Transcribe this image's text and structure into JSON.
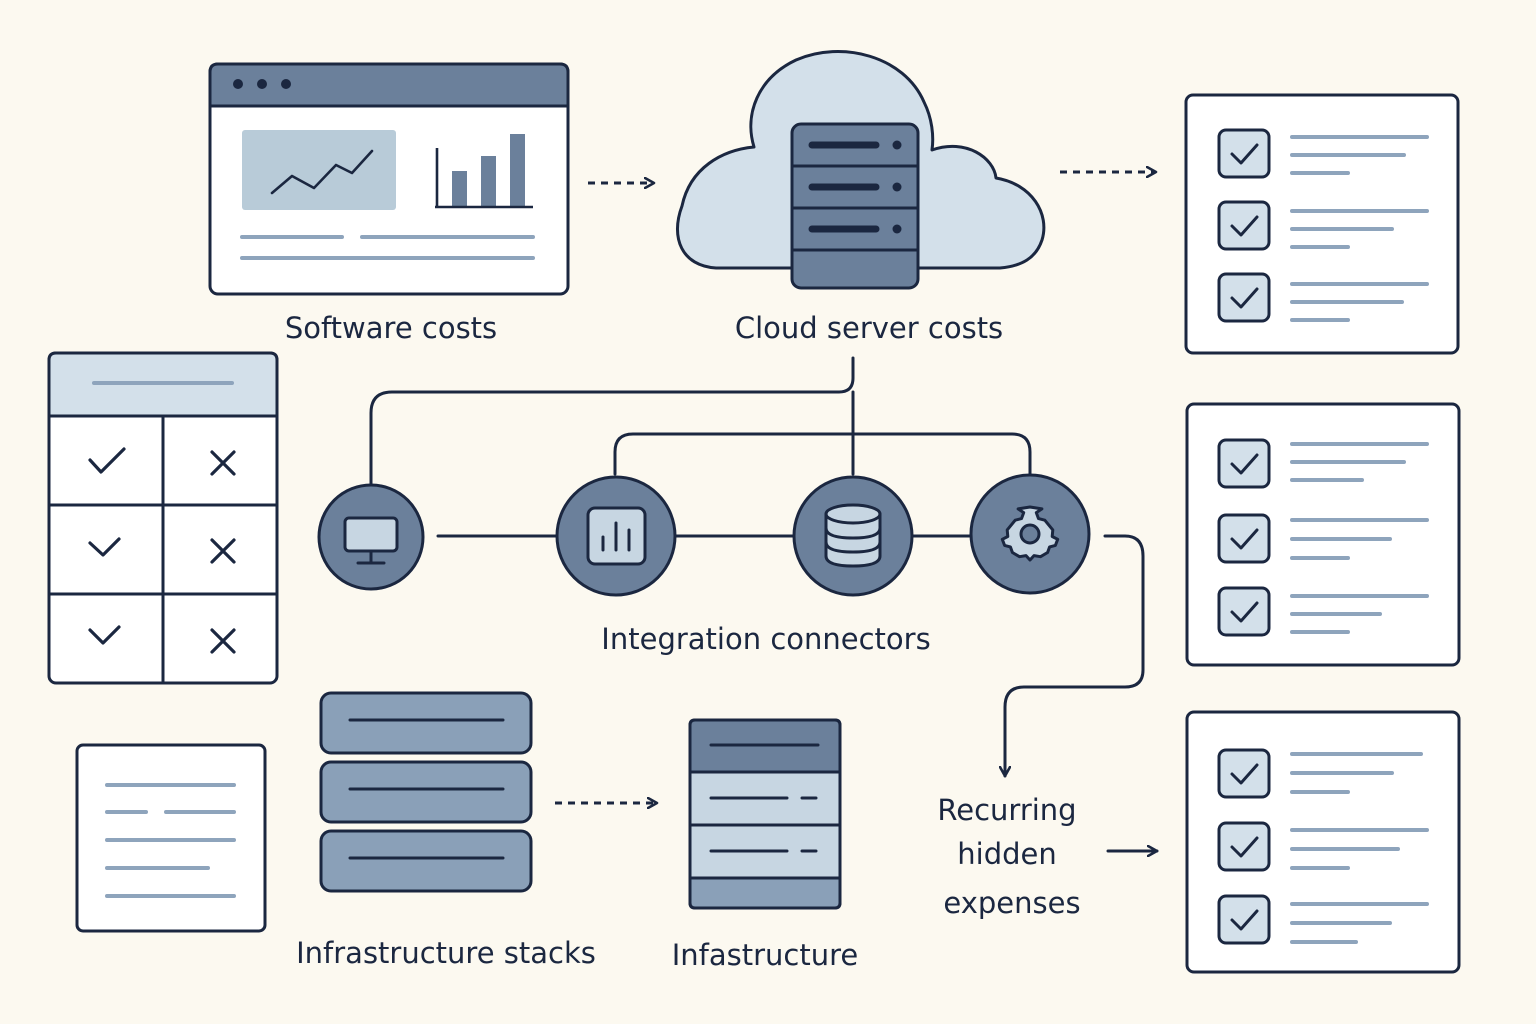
{
  "labels": {
    "software_costs": "Software costs",
    "cloud_server_costs": "Cloud server costs",
    "integration_connectors": "Integration connectors",
    "infrastructure_stacks": "Infrastructure stacks",
    "infrastructure": "Infastructure",
    "recurring_line1": "Recurring",
    "recurring_line2": "hidden",
    "recurring_line3": "expenses"
  },
  "connector_nodes": [
    {
      "icon": "monitor-icon"
    },
    {
      "icon": "bar-chart-icon"
    },
    {
      "icon": "database-icon"
    },
    {
      "icon": "gear-icon"
    }
  ],
  "checklists": [
    {
      "items": 3,
      "checked": 3
    },
    {
      "items": 3,
      "checked": 3
    },
    {
      "items": 3,
      "checked": 3
    }
  ],
  "comparison_table": {
    "rows": [
      {
        "left": "check",
        "right": "cross"
      },
      {
        "left": "check",
        "right": "cross"
      },
      {
        "left": "check",
        "right": "cross"
      }
    ]
  },
  "colors": {
    "background": "#fcf9f0",
    "stroke": "#1b2740",
    "slate": "#6b809b",
    "slate_mid": "#8aa0b8",
    "slate_light": "#c7d6e2",
    "cloud_fill": "#d3e0ea",
    "line_muted": "#8ea4bc"
  }
}
